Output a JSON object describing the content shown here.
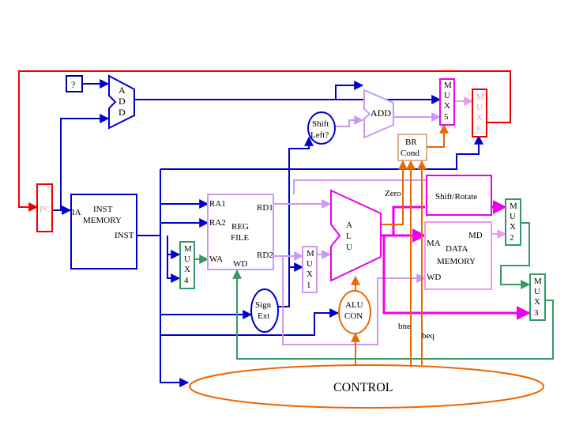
{
  "pc": {
    "label": "PC"
  },
  "constant": {
    "label": "?"
  },
  "add_top": {
    "letters": [
      "A",
      "D",
      "D"
    ]
  },
  "add_branch": {
    "label": "ADD"
  },
  "shift_left": {
    "line1": "Shift",
    "line2": "Left?"
  },
  "br_cond": {
    "line1": "BR",
    "line2": "Cond"
  },
  "inst_memory": {
    "title1": "INST",
    "title2": "MEMORY",
    "in_port": "IA",
    "out_port": "INST"
  },
  "reg_file": {
    "title1": "REG",
    "title2": "FILE",
    "ra1": "RA1",
    "ra2": "RA2",
    "wa": "WA",
    "wd": "WD",
    "rd1": "RD1",
    "rd2": "RD2"
  },
  "alu": {
    "letters": [
      "A",
      "L",
      "U"
    ],
    "zero": "Zero"
  },
  "shift_rotate": {
    "label": "Shift/Rotate"
  },
  "data_memory": {
    "title1": "DATA",
    "title2": "MEMORY",
    "ma": "MA",
    "md": "MD",
    "wd": "WD"
  },
  "sign_ext": {
    "line1": "Sign",
    "line2": "Ext"
  },
  "alu_con": {
    "line1": "ALU",
    "line2": "CON"
  },
  "control": {
    "label": "CONTROL"
  },
  "signals": {
    "bne": "bne",
    "beq": "beq"
  },
  "mux1": {
    "letters": [
      "M",
      "U",
      "X",
      "1"
    ]
  },
  "mux2": {
    "letters": [
      "M",
      "U",
      "X",
      "2"
    ]
  },
  "mux3": {
    "letters": [
      "M",
      "U",
      "X",
      "3"
    ]
  },
  "mux4": {
    "letters": [
      "M",
      "U",
      "X",
      "4"
    ]
  },
  "mux5": {
    "letters": [
      "M",
      "U",
      "X",
      "5"
    ]
  },
  "mux6": {
    "letters": [
      "M",
      "U",
      "X",
      "6"
    ]
  },
  "colors": {
    "blue": "#0000cc",
    "red": "#ee0000",
    "violet": "#cc99ee",
    "magenta": "#ee00ee",
    "orange": "#ee6600",
    "green": "#339966",
    "pink": "#ee99ee",
    "navy_box": "#000099"
  }
}
